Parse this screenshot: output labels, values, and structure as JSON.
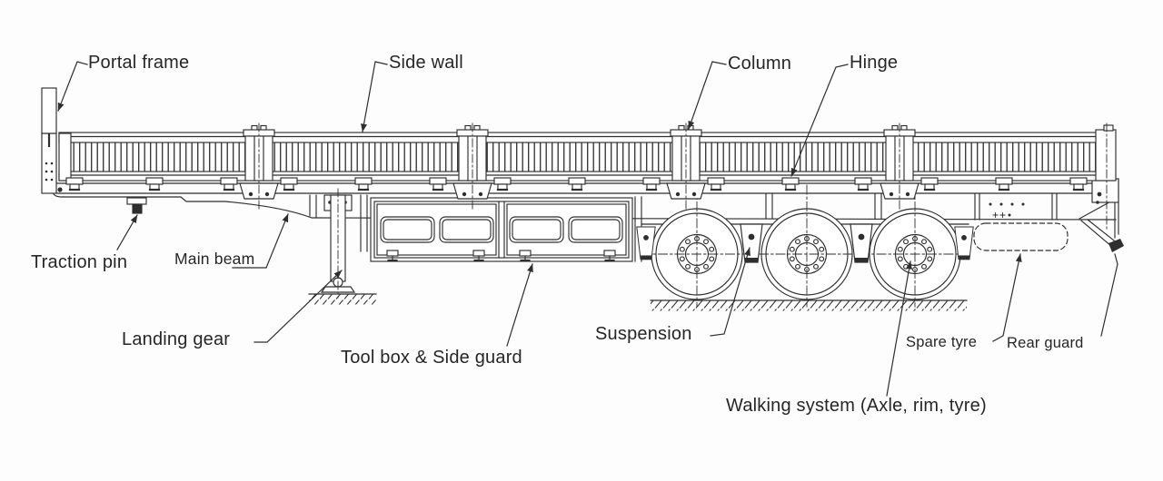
{
  "diagram": {
    "labels": {
      "portal_frame": "Portal frame",
      "side_wall": "Side wall",
      "column": "Column",
      "hinge": "Hinge",
      "traction_pin": "Traction pin",
      "main_beam": "Main beam",
      "landing_gear": "Landing gear",
      "tool_box": "Tool box & Side guard",
      "suspension": "Suspension",
      "spare_tyre": "Spare tyre",
      "rear_guard": "Rear guard",
      "walking_system": "Walking system (Axle, rim, tyre)"
    },
    "colors": {
      "line": "#2e2e2e",
      "background": "#ffffff"
    }
  }
}
